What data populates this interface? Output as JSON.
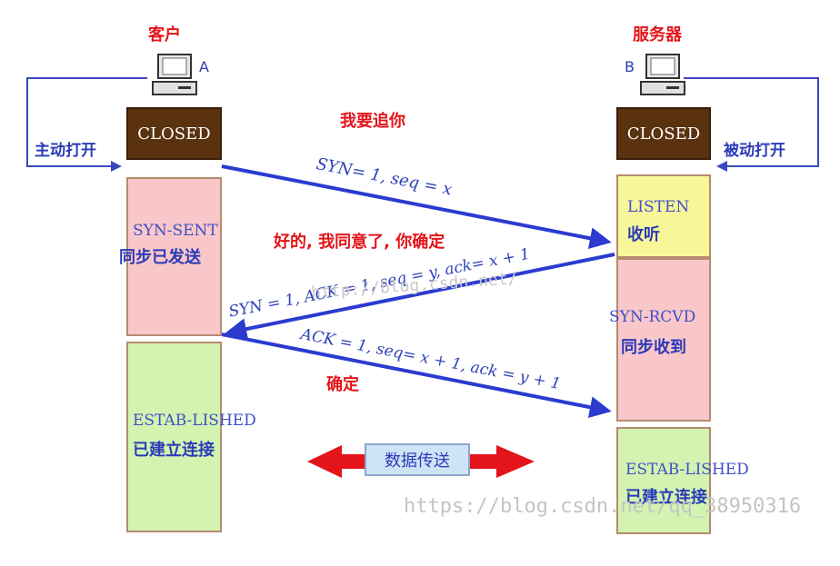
{
  "client": {
    "title": "客户",
    "letter": "A",
    "action": "主动打开"
  },
  "server": {
    "title": "服务器",
    "letter": "B",
    "action": "被动打开"
  },
  "closed_label": "CLOSED",
  "client_states": [
    {
      "en": "SYN-SENT",
      "cn": "同步已发送"
    },
    {
      "en": "ESTAB-LISHED",
      "cn": "已建立连接"
    }
  ],
  "server_states": [
    {
      "en": "LISTEN",
      "cn": "收听"
    },
    {
      "en": "SYN-RCVD",
      "cn": "同步收到"
    },
    {
      "en": "ESTAB-LISHED",
      "cn": "已建立连接"
    }
  ],
  "messages": {
    "m1": "SYN= 1, seq = x",
    "m2": "SYN = 1, ACK = 1, seq = y, ack= x + 1",
    "m3": "ACK = 1, seq= x + 1, ack = y + 1"
  },
  "annotations": {
    "a1": "我要追你",
    "a2": "好的, 我同意了, 你确定",
    "a3": "确定"
  },
  "data_transfer": "数据传送",
  "watermarks": {
    "w1": "http://blog.csdn.net/",
    "w2": "https://blog.csdn.net/qq_38950316"
  },
  "colors": {
    "closed": "#5a3210",
    "syn_sent": "#f9c7c9",
    "listen": "#f7f79a",
    "established": "#d3f3b0",
    "arrow": "#2b3bd0",
    "data_arrow": "#e3141a"
  }
}
